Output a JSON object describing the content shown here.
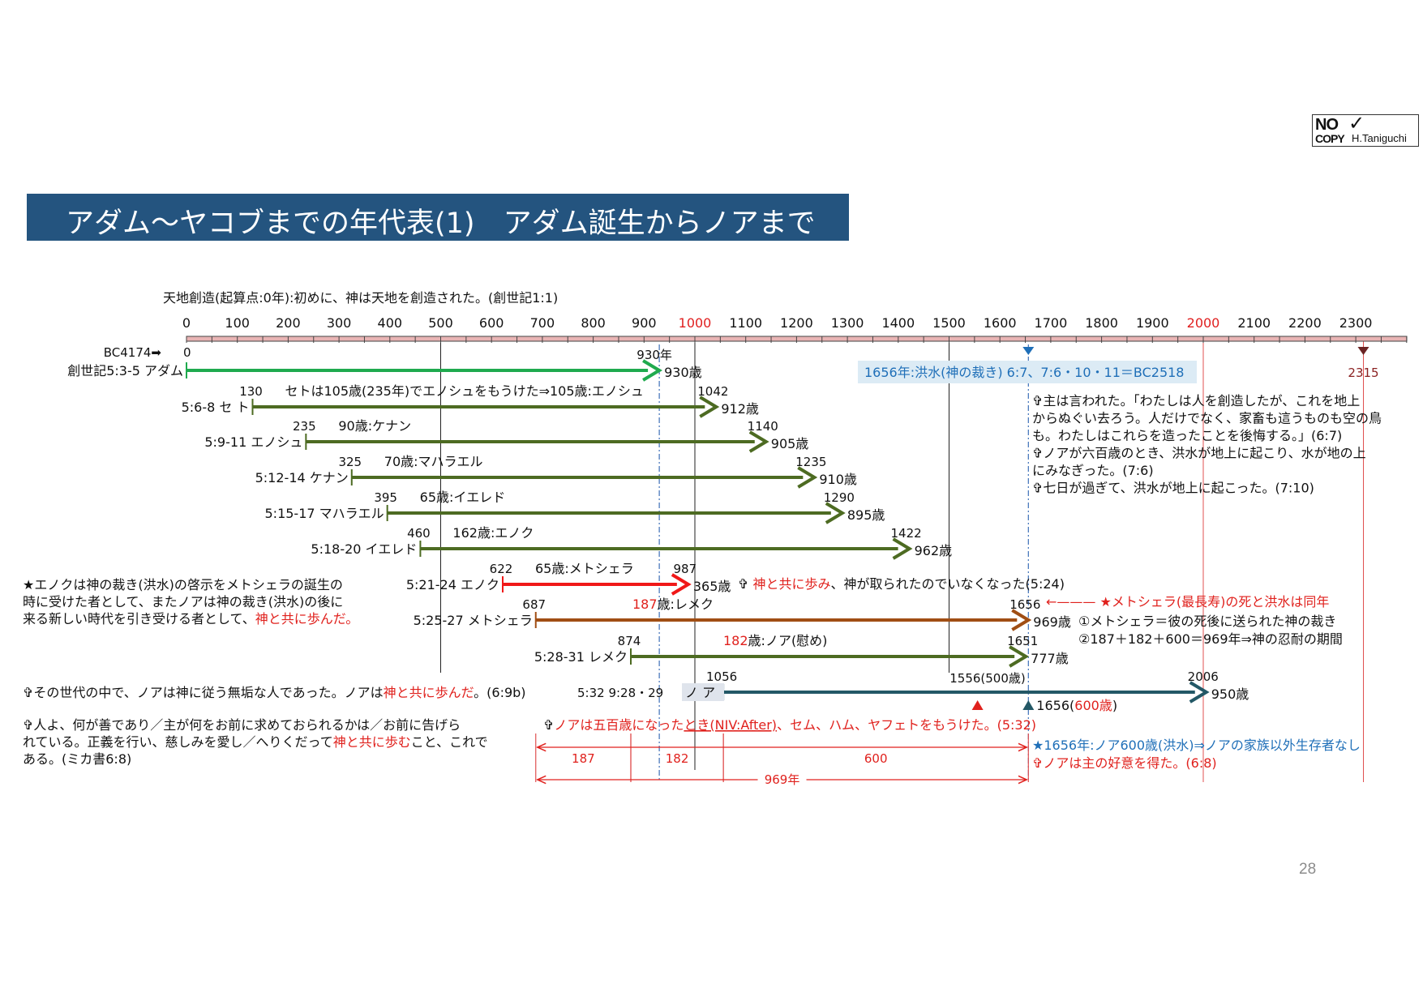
{
  "logo": {
    "no": "NO",
    "copy": "COPY",
    "name": "H.Taniguchi",
    "check": "✓"
  },
  "title": "アダム～ヤコブまでの年代表(1)　アダム誕生からノアまで",
  "page_number": "28",
  "creation_label": "天地創造(起算点:0年):初めに、神は天地を創造された。(創世記1:1)",
  "axis": {
    "min": 0,
    "max": 2400,
    "ticks": [
      "0",
      "100",
      "200",
      "300",
      "400",
      "500",
      "600",
      "700",
      "800",
      "900",
      "1000",
      "1100",
      "1200",
      "1300",
      "1400",
      "1500",
      "1600",
      "1700",
      "1800",
      "1900",
      "2000",
      "2100",
      "2200",
      "2300"
    ],
    "highlight_ticks": [
      "1000",
      "2000"
    ],
    "highlight_color": "#e02020",
    "bar_color": "#e8b4b4"
  },
  "gridlines": [
    {
      "year": 500,
      "color": "#222222",
      "style": "solid"
    },
    {
      "year": 1000,
      "color": "#222222",
      "style": "solid"
    },
    {
      "year": 1500,
      "color": "#222222",
      "style": "solid"
    },
    {
      "year": 930,
      "color": "#3d6fb8",
      "style": "dashdot"
    },
    {
      "year": 1656,
      "color": "#3d6fb8",
      "style": "dashdot"
    },
    {
      "year": 2000,
      "color": "#e05050",
      "style": "solid"
    },
    {
      "year": 2315,
      "color": "#e05050",
      "style": "solid"
    }
  ],
  "bc_label": "BC4174➡",
  "bc_zero": "0",
  "persons": [
    {
      "ref": "創世記5:3-5 アダム",
      "start": 0,
      "end": 930,
      "color": "#1faa4e",
      "end_top": "930年",
      "end_label": "930歳"
    },
    {
      "ref": "5:6-8 セ ト",
      "start": 130,
      "end": 1042,
      "color": "#4d6b22",
      "start_label": "130",
      "note": "セトは105歳(235年)でエノシュをもうけた⇒105歳:エノシュ",
      "end_top": "1042",
      "end_label": "912歳"
    },
    {
      "ref": "5:9-11 エノシュ",
      "start": 235,
      "end": 1140,
      "color": "#4d6b22",
      "start_label": "235",
      "note": "90歳:ケナン",
      "end_top": "1140",
      "end_label": "905歳"
    },
    {
      "ref": "5:12-14 ケナン",
      "start": 325,
      "end": 1235,
      "color": "#4d6b22",
      "start_label": "325",
      "note": "70歳:マハラエル",
      "end_top": "1235",
      "end_label": "910歳"
    },
    {
      "ref": "5:15-17 マハラエル",
      "start": 395,
      "end": 1290,
      "color": "#4d6b22",
      "start_label": "395",
      "note": "65歳:イエレド",
      "end_top": "1290",
      "end_label": "895歳"
    },
    {
      "ref": "5:18-20 イエレド",
      "start": 460,
      "end": 1422,
      "color": "#4d6b22",
      "start_label": "460",
      "note": "162歳:エノク",
      "end_top": "1422",
      "end_label": "962歳"
    },
    {
      "ref": "5:21-24 エノク",
      "start": 622,
      "end": 987,
      "color": "#f01818",
      "start_label": "622",
      "note": "65歳:メトシェラ",
      "end_top": "987",
      "end_label": "365歳"
    },
    {
      "ref": "5:25-27 メトシェラ",
      "start": 687,
      "end": 1656,
      "color": "#a04e14",
      "start_label": "687",
      "note_red": "187",
      "note": "歳:レメク",
      "end_top": "1656",
      "end_label": "969歳"
    },
    {
      "ref": "5:28-31 レメク",
      "start": 874,
      "end": 1651,
      "color": "#4d6b22",
      "start_label": "874",
      "note_red": "182",
      "note": "歳:ノア(慰め)",
      "end_top": "1651",
      "end_label": "777歳"
    },
    {
      "ref": "5:32 9:28・29",
      "name": "ノ ア",
      "start": 1056,
      "end": 2006,
      "color": "#235866",
      "start_label": "1056",
      "end_top": "2006",
      "end_label": "950歳"
    }
  ],
  "flood_box": "1656年:洪水(神の裁き) 6:7、7:6・10・11＝BC2518",
  "marker_2315": "2315",
  "enoch_walk": {
    "icon": "✞",
    "red": "神と共に歩み",
    "rest": "、神が取られたのでいなくなった(5:24)"
  },
  "methuselah_note": {
    "arrow": "←",
    "text": "★メトシェラ(最長寿)の死と洪水は同年"
  },
  "methuselah_sub": [
    "①メトシェラ＝彼の死後に送られた神の裁き",
    "②187＋182＋600＝969年⇒神の忍耐の期間"
  ],
  "noah_mid_label": "1556(500歳)",
  "noah_flood_label": "1656(",
  "noah_flood_red": "600歳",
  "noah_flood_close": ")",
  "right_quote": [
    "✞主は言われた。「わたしは人を創造したが、これを地上",
    "からぬぐい去ろう。人だけでなく、家畜も這うものも空の鳥",
    "も。わたしはこれらを造ったことを後悔する。」(6:7)",
    "✞ノアが六百歳のとき、洪水が地上に起こり、水が地の上",
    "にみなぎった。(7:6)",
    "✞七日が過ぎて、洪水が地上に起こった。(7:10)"
  ],
  "left_star": {
    "line1": "★エノクは神の裁き(洪水)の啓示をメトシェラの誕生の",
    "line2": "時に受けた者として、またノアは神の裁き(洪水)の後に",
    "line3": "来る新しい時代を引き受ける者として、",
    "line3_red": "神と共に歩んだ。"
  },
  "noah_generation": {
    "text": "✞その世代の中で、ノアは神に従う無垢な人であった。ノアは",
    "red": "神と共に歩んだ",
    "end": "。(6:9b)"
  },
  "micah": {
    "line1": "✞人よ、何が善であり／主が何をお前に求めておられるかは／お前に告げら",
    "line2": "れている。正義を行い、慈しみを愛し／へりくだって",
    "line2_red": "神と共に歩む",
    "line2_end": "こと、これで",
    "line3": "ある。(ミカ書6:8)"
  },
  "noah_500": {
    "icon": "✞",
    "red1": "ノアは五百歳になった",
    "u": "とき(NIV:After)",
    "red2": "、セム、ハム、ヤフェトをもうけた。(5:32)"
  },
  "spans": [
    {
      "from": 687,
      "to": 874,
      "label": "187"
    },
    {
      "from": 874,
      "to": 1056,
      "label": "182"
    },
    {
      "from": 1056,
      "to": 1656,
      "label": "600"
    }
  ],
  "span_total": {
    "from": 687,
    "to": 1656,
    "label": "969年"
  },
  "bottom_right": {
    "star": "★1656年:ノア600歳(洪水)⇒ノアの家族以外生存者なし",
    "grace": "✞ノアは主の好意を得た。(6:8)"
  },
  "colors": {
    "red": "#e0211d",
    "blue": "#1f6fb8",
    "dark": "#111111",
    "flood_bg": "#dcebf5",
    "noah_bg": "#dfe4ec"
  }
}
